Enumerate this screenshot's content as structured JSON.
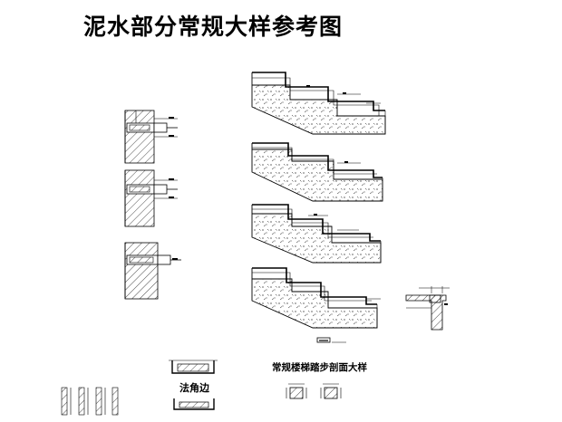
{
  "title": "泥水部分常规大样参考图",
  "labels": {
    "corner_edge": "法角边",
    "stair_section": "常规楼梯踏步剖面大样"
  }
}
